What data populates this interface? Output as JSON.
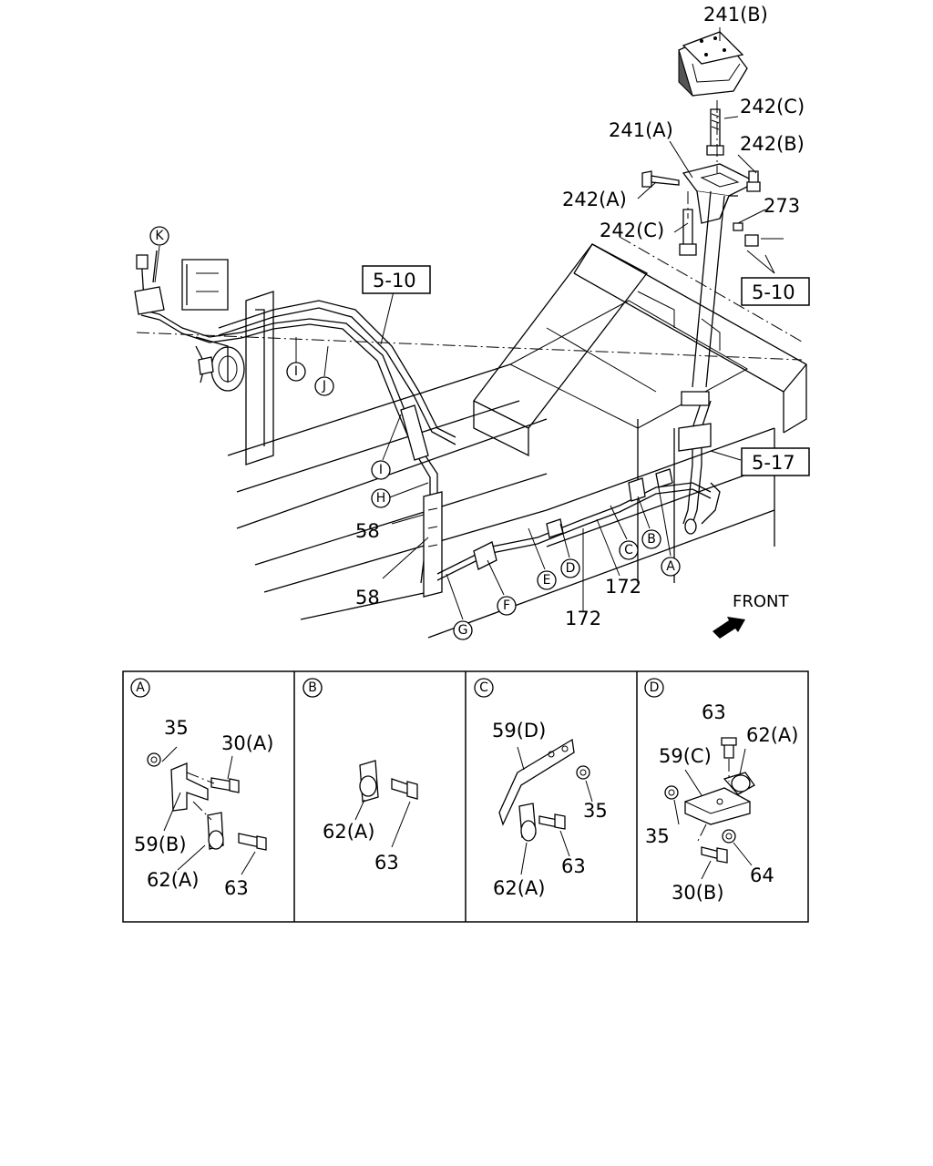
{
  "main_labels": {
    "l_241b": "241(B)",
    "l_242c_top": "242(C)",
    "l_241a": "241(A)",
    "l_242b": "242(B)",
    "l_242a": "242(A)",
    "l_273": "273",
    "l_242c_mid": "242(C)",
    "l_58_a": "58",
    "l_58_b": "58",
    "l_172_a": "172",
    "l_172_b": "172",
    "front": "FRONT"
  },
  "ref_boxes": {
    "ref_510_left": "5-10",
    "ref_510_right": "5-10",
    "ref_517": "5-17"
  },
  "callouts": {
    "K": "K",
    "I1": "I",
    "J": "J",
    "I2": "I",
    "H": "H",
    "G": "G",
    "F": "F",
    "E": "E",
    "D": "D",
    "C": "C",
    "B": "B",
    "A": "A"
  },
  "detail_panels": {
    "A": {
      "letter": "A",
      "l35": "35",
      "l30a": "30(A)",
      "l59b": "59(B)",
      "l62a": "62(A)",
      "l63": "63"
    },
    "B": {
      "letter": "B",
      "l62a": "62(A)",
      "l63": "63"
    },
    "C": {
      "letter": "C",
      "l59d": "59(D)",
      "l35": "35",
      "l63": "63",
      "l62a": "62(A)"
    },
    "D": {
      "letter": "D",
      "l63": "63",
      "l62a": "62(A)",
      "l59c": "59(C)",
      "l35": "35",
      "l64": "64",
      "l30b": "30(B)"
    }
  }
}
